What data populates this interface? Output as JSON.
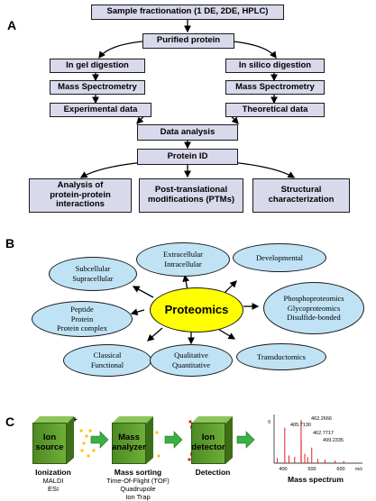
{
  "panels": {
    "a": "A",
    "b": "B",
    "c": "C"
  },
  "panel_a": {
    "top": "Sample fractionation (1 DE, 2DE, HPLC)",
    "purified": "Purified protein",
    "left_col": [
      "In gel digestion",
      "Mass Spectrometry",
      "Experimental data"
    ],
    "right_col": [
      "In silico digestion",
      "Mass Spectrometry",
      "Theoretical data"
    ],
    "data_analysis": "Data analysis",
    "protein_id": "Protein ID",
    "outcome_1": [
      "Analysis of",
      "protein-protein",
      "interactions"
    ],
    "outcome_2": [
      "Post-translational",
      "modifications (PTMs)"
    ],
    "outcome_3": [
      "Structural",
      "characterization"
    ]
  },
  "panel_b": {
    "center": "Proteomics",
    "nodes": {
      "extracellular": [
        "Extracellular",
        "Intracellular"
      ],
      "developmental": [
        "Developmental"
      ],
      "subcellular": [
        "Subcellular",
        "Supracellular"
      ],
      "phospho": [
        "Phosphoproteomics",
        "Glycoproteomics",
        "Disulfide-bonded"
      ],
      "peptide": [
        "Peptide",
        "Protein",
        "Protein complex"
      ],
      "classical": [
        "Classical",
        "Functional"
      ],
      "qualitative": [
        "Qualitative",
        "Quantitative"
      ],
      "transductomics": [
        "Transductomics"
      ]
    }
  },
  "panel_c": {
    "plus_sign": "+",
    "ion_source": [
      "Ion",
      "source"
    ],
    "mass_analyzer": [
      "Mass",
      "analyzer"
    ],
    "ion_detector": [
      "Ion",
      "detector"
    ],
    "ionization": {
      "title": "Ionization",
      "items": [
        "MALDI",
        "ESI"
      ]
    },
    "mass_sorting": {
      "title": "Mass sorting",
      "items": [
        "Time-Of-Flight (TOF)",
        "Quadrupole",
        "Ion Trap"
      ]
    },
    "detection": "Detection",
    "spectrum_title": "Mass spectrum",
    "spectrum": {
      "peak_labels": [
        "462.2666",
        "405.7130",
        "462.7717",
        "499.2335"
      ],
      "x_ticks": [
        "400",
        "500",
        "600"
      ],
      "x_unit": "m/z",
      "y_marker": "0",
      "peaks": [
        {
          "mz": 462.27,
          "rel": 1.0
        },
        {
          "mz": 405.71,
          "rel": 0.82
        },
        {
          "mz": 462.77,
          "rel": 0.55
        },
        {
          "mz": 499.23,
          "rel": 0.36
        },
        {
          "mz": 380,
          "rel": 0.12
        },
        {
          "mz": 420,
          "rel": 0.18
        },
        {
          "mz": 440,
          "rel": 0.15
        },
        {
          "mz": 475,
          "rel": 0.22
        },
        {
          "mz": 485,
          "rel": 0.14
        },
        {
          "mz": 520,
          "rel": 0.1
        },
        {
          "mz": 545,
          "rel": 0.08
        },
        {
          "mz": 580,
          "rel": 0.06
        },
        {
          "mz": 610,
          "rel": 0.05
        }
      ]
    },
    "colors": {
      "cube": "#5a9a2a",
      "arrow": "#3cb043",
      "dots": "#ffc000",
      "spark": "#e0201c"
    }
  },
  "colors": {
    "box": "#d9d9ec",
    "ellipse": "#bfe3f5",
    "center": "#ffff00"
  }
}
